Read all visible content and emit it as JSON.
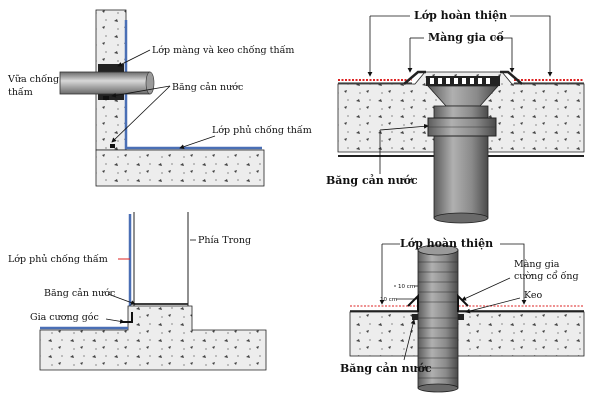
{
  "labels": {
    "tl_membrane_glue": "Lớp màng và keo chống thấm",
    "tl_mortar_1": "Vữa chống",
    "tl_mortar_2": "thấm",
    "tl_waterstop": "Băng cản nước",
    "tl_coating": "Lớp phủ chống thấm",
    "bl_coating": "Lớp phủ chống thấm",
    "bl_inside": "Phía Trong",
    "bl_waterstop": "Băng cản nước",
    "bl_corner": "Gia cương góc",
    "tr_finish": "Lớp hoàn thiện",
    "tr_mesh": "Màng gia cố",
    "tr_waterstop": "Băng cản nước",
    "br_finish": "Lớp hoàn thiện",
    "br_mesh_1": "Màng gia",
    "br_mesh_2": "cường cổ ống",
    "br_glue": "Keo",
    "br_dim_1": "10 cm",
    "br_dim_2": "10 cm",
    "br_waterstop": "Băng cản nước"
  },
  "colors": {
    "concrete": "#ececec",
    "pipe": "#8a8a8a",
    "membrane_red": "#d22222",
    "coating_blue": "#4a6fb5"
  }
}
